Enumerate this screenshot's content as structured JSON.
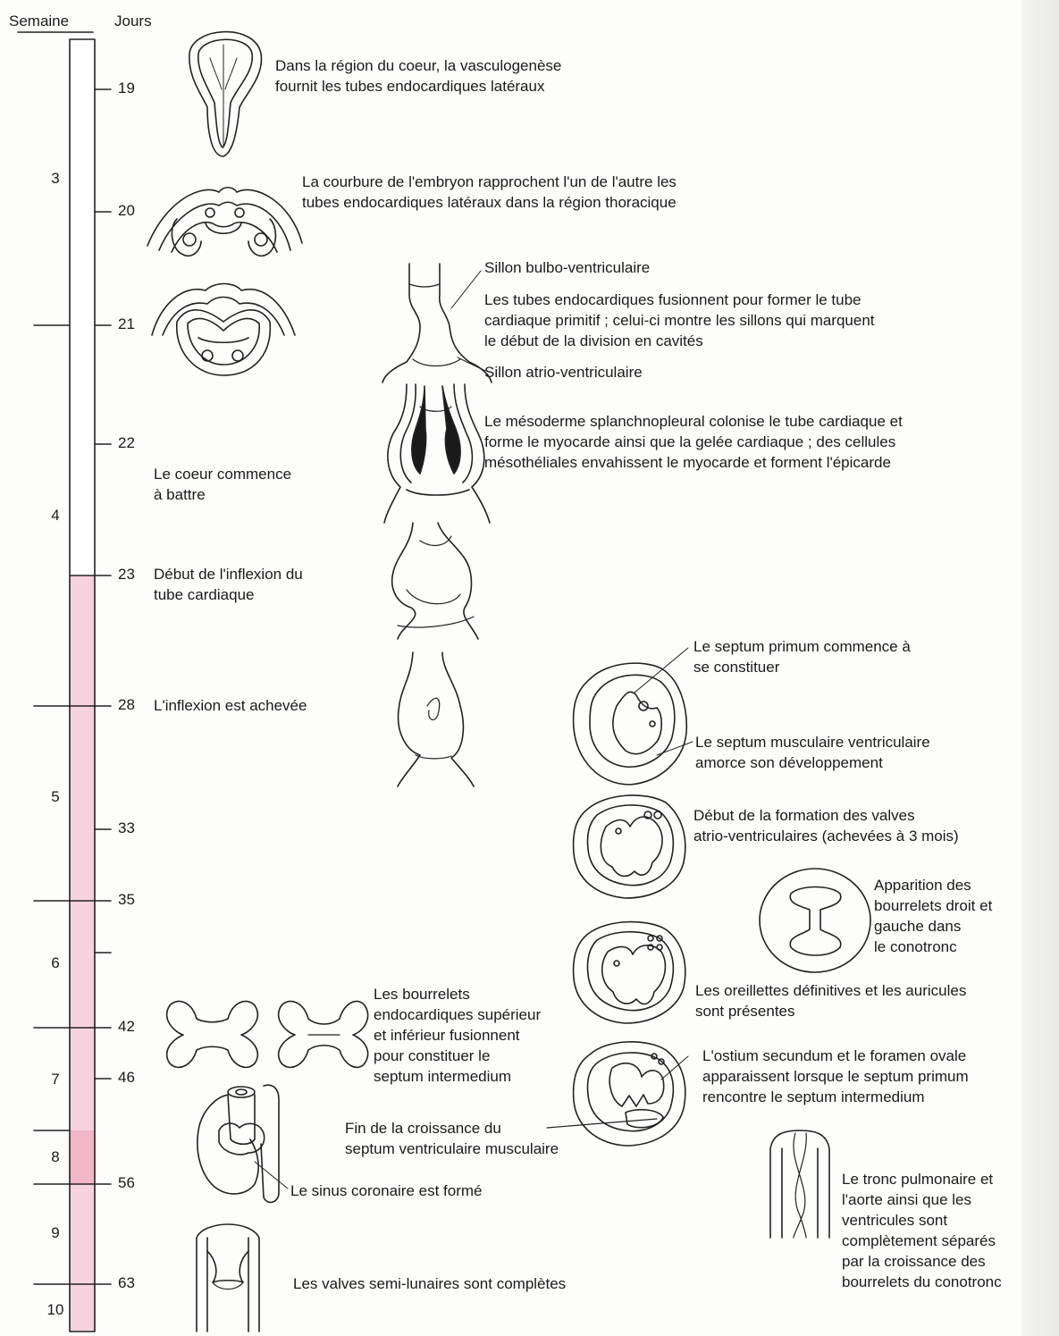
{
  "header": {
    "week_label": "Semaine",
    "days_label": "Jours"
  },
  "timeline": {
    "bar_white": "#ffffff",
    "bar_pink": "#f6d3de",
    "bar_pink_dark": "#f2b6c9",
    "weeks": [
      "3",
      "4",
      "5",
      "6",
      "7",
      "8",
      "9",
      "10"
    ],
    "days": [
      "19",
      "20",
      "21",
      "22",
      "23",
      "28",
      "33",
      "35",
      "42",
      "46",
      "56",
      "63"
    ]
  },
  "events": {
    "vasculogenese": "Dans la région du coeur, la vasculogenèse\nfournit les tubes endocardiques latéraux",
    "courbure": "La courbure de l'embryon rapprochent l'un de l'autre les\ntubes endocardiques latéraux dans la région thoracique",
    "sillon_bulbo": "Sillon bulbo-ventriculaire",
    "fusion_tubes": "Les tubes endocardiques fusionnent pour former le tube\ncardiaque primitif ; celui-ci montre les sillons qui marquent\nle début de la division en cavités",
    "sillon_atrio": "Sillon atrio-ventriculaire",
    "mesoderme": "Le mésoderme splanchnopleural colonise le tube cardiaque et\nforme le myocarde ainsi que la gelée cardiaque ; des cellules\nmésothéliales envahissent le myocarde et forment l'épicarde",
    "battre": "Le coeur commence\nà battre",
    "inflexion_debut": "Début de l'inflexion du\ntube cardiaque",
    "inflexion_fin": "L'inflexion est achevée",
    "septum_primum": "Le septum primum commence à\nse constituer",
    "septum_musculaire": "Le septum musculaire ventriculaire\namorce son développement",
    "valves_av": "Début de la formation des valves\natrio-ventriculaires (achevées à 3 mois)",
    "bourrelets_conotronc": "Apparition des\nbourrelets droit et\ngauche dans\nle conotronc",
    "oreillettes": "Les oreillettes définitives et les auricules\nsont présentes",
    "bourrelets_endo": "Les bourrelets\nendocardiques supérieur\net inférieur fusionnent\npour constituer le\nseptum intermedium",
    "ostium": "L'ostium secundum et le foramen ovale\napparaissent lorsque le septum primum\nrencontre le septum intermedium",
    "croissance_septum": "Fin de la croissance du\nseptum ventriculaire musculaire",
    "sinus_coronaire": "Le sinus coronaire est formé",
    "tronc_pulmonaire": "Le tronc pulmonaire et\nl'aorte ainsi que les\nventricules sont\ncomplètement séparés\npar la croissance des\nbourrelets du conotronc",
    "valves_semilunaires": "Les valves semi-lunaires sont complètes"
  }
}
